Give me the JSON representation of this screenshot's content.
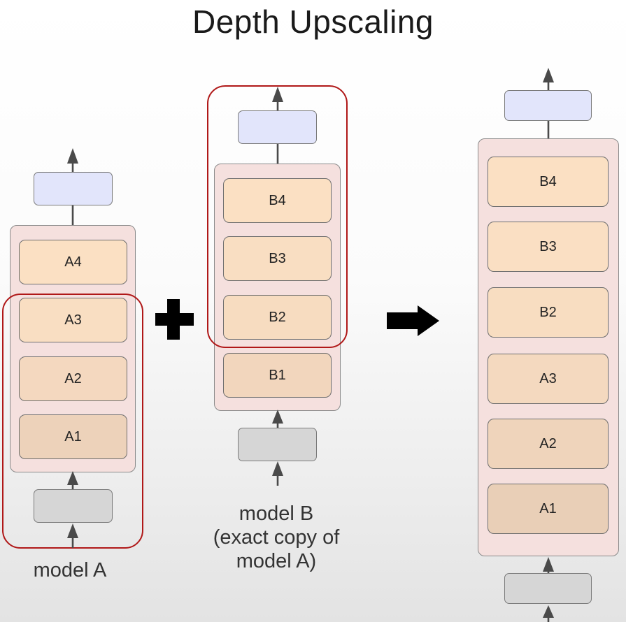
{
  "title": "Depth Upscaling",
  "model_a": {
    "caption": "model A",
    "layers": [
      "A4",
      "A3",
      "A2",
      "A1"
    ]
  },
  "model_b": {
    "caption_line1": "model B",
    "caption_line2": "(exact copy of",
    "caption_line3": "model A)",
    "layers": [
      "B4",
      "B3",
      "B2",
      "B1"
    ]
  },
  "result": {
    "layers": [
      "B4",
      "B3",
      "B2",
      "A3",
      "A2",
      "A1"
    ]
  },
  "operators": {
    "plus": "plus-icon",
    "arrow": "right-arrow-icon"
  },
  "colors": {
    "stack_bg": "#f5e0de",
    "highlight": "#b01818",
    "head_block": "#e2e5fb",
    "embed_block": "#d6d6d6"
  }
}
